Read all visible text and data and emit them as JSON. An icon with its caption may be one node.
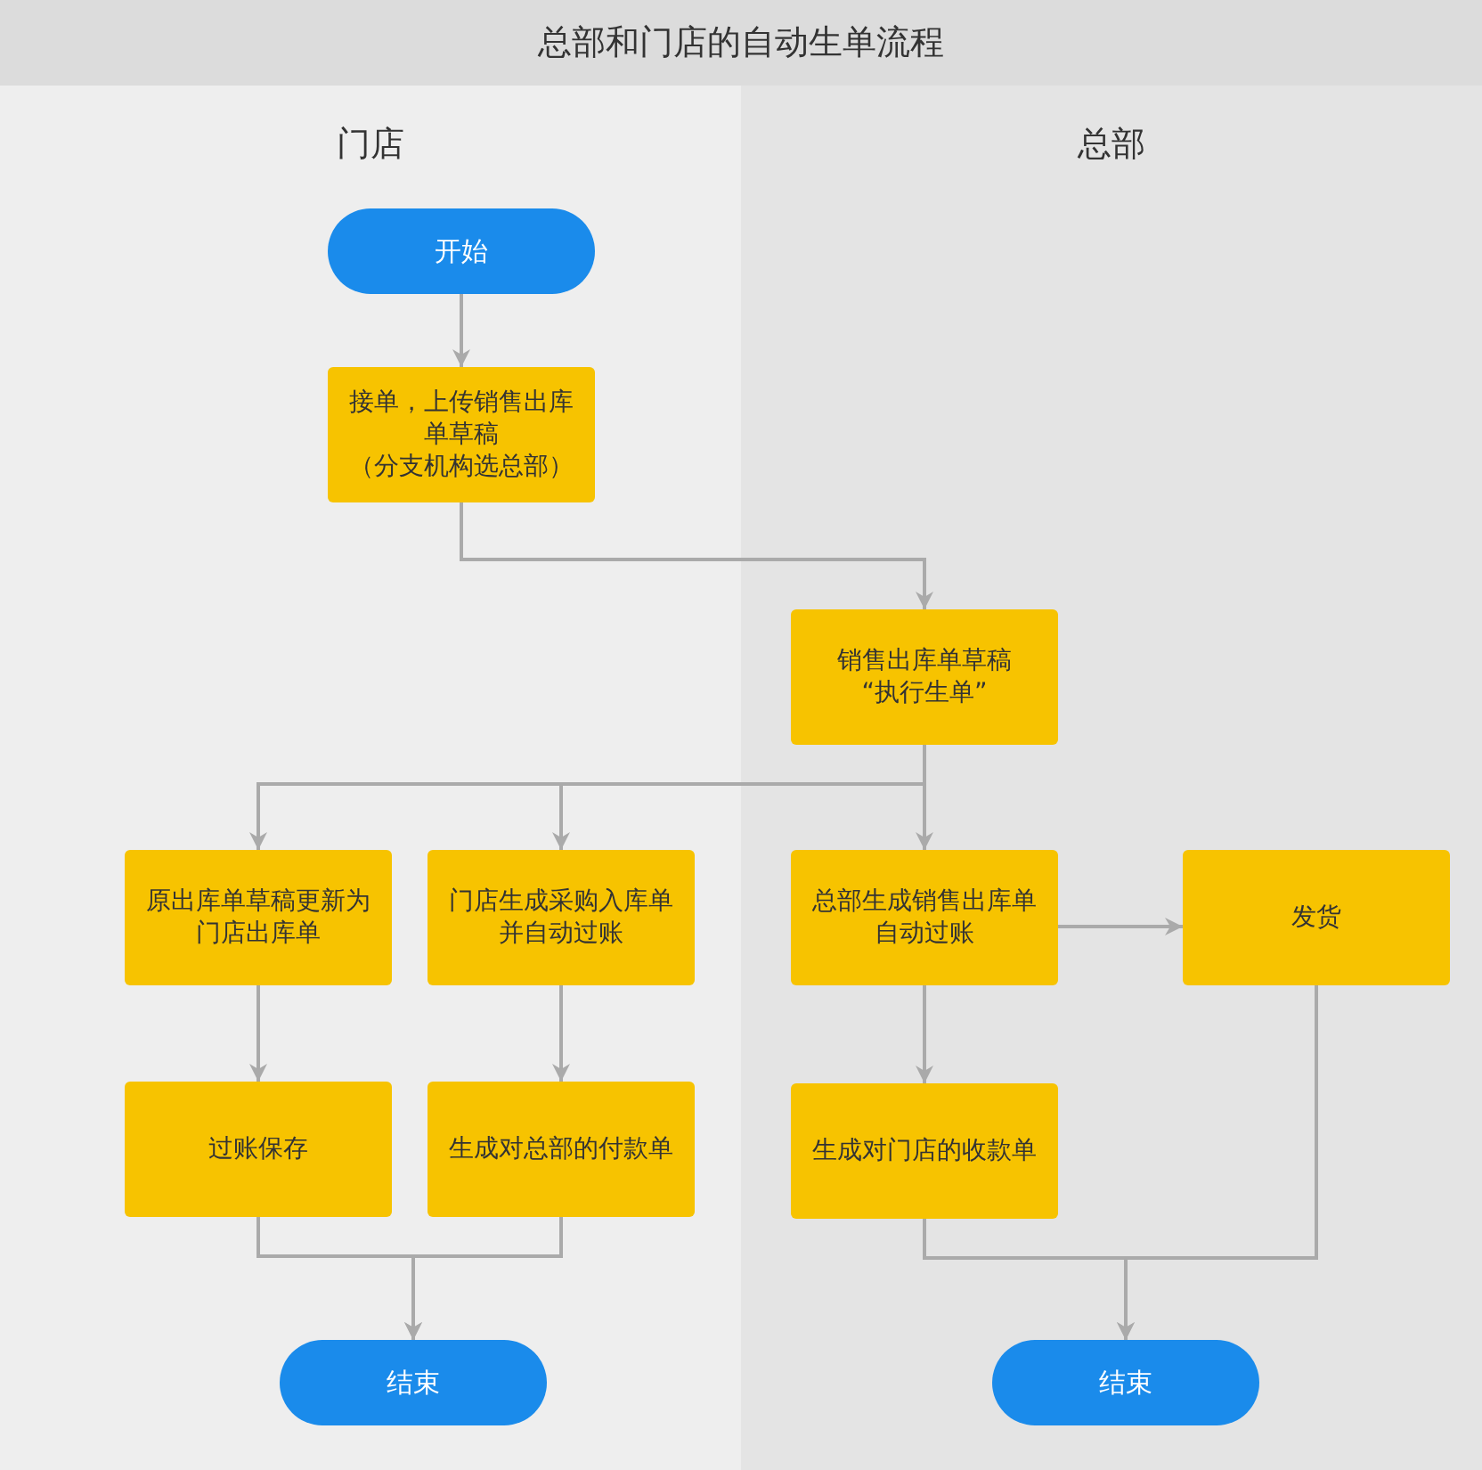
{
  "diagram": {
    "title": "总部和门店的自动生单流程",
    "nodes": [
      {
        "text": [
          "门店"
        ]
      },
      {
        "text": [
          "总部"
        ]
      },
      {
        "text": [
          "开始"
        ],
        "in": 0
      },
      {
        "text": [
          "接单，上传销售出库单草稿",
          "（分支机构选总部）"
        ],
        "in": 0
      },
      {
        "text": [
          "销售出库单草稿",
          "“执行生单”"
        ],
        "in": 1
      },
      {
        "text": [
          "原出库单草稿更新为门店出库单"
        ],
        "in": 0
      },
      {
        "text": [
          "门店生成采购入库单并自动过账"
        ],
        "in": 0
      },
      {
        "text": [
          "总部生成销售出库单自动过账"
        ],
        "in": 1
      },
      {
        "text": [
          "发货"
        ],
        "in": 1
      },
      {
        "text": [
          "过账保存"
        ],
        "in": 0
      },
      {
        "text": [
          "生成对总部的付款单"
        ],
        "in": 0
      },
      {
        "text": [
          "生成对门店的收款单"
        ],
        "in": 1
      },
      {
        "text": [
          "结束"
        ],
        "in": 0
      },
      {
        "text": [
          "结束"
        ],
        "in": 1
      }
    ],
    "edges": [
      {
        "from": 2,
        "to": 3,
        "arrow": "to"
      },
      {
        "from": 3,
        "to": 4,
        "arrow": "to"
      },
      {
        "from": 4,
        "to": 5,
        "arrow": "to"
      },
      {
        "from": 4,
        "to": 6,
        "arrow": "to"
      },
      {
        "from": 4,
        "to": 7,
        "arrow": "to"
      },
      {
        "from": 7,
        "to": 8,
        "arrow": "to"
      },
      {
        "from": 5,
        "to": 9,
        "arrow": "to"
      },
      {
        "from": 6,
        "to": 10,
        "arrow": "to"
      },
      {
        "from": 7,
        "to": 11,
        "arrow": "to"
      },
      {
        "from": 9,
        "to": 12,
        "arrow": "to"
      },
      {
        "from": 10,
        "to": 12,
        "arrow": "to"
      },
      {
        "from": 8,
        "to": 13,
        "arrow": "to"
      },
      {
        "from": 11,
        "to": 13,
        "arrow": "to"
      }
    ]
  }
}
